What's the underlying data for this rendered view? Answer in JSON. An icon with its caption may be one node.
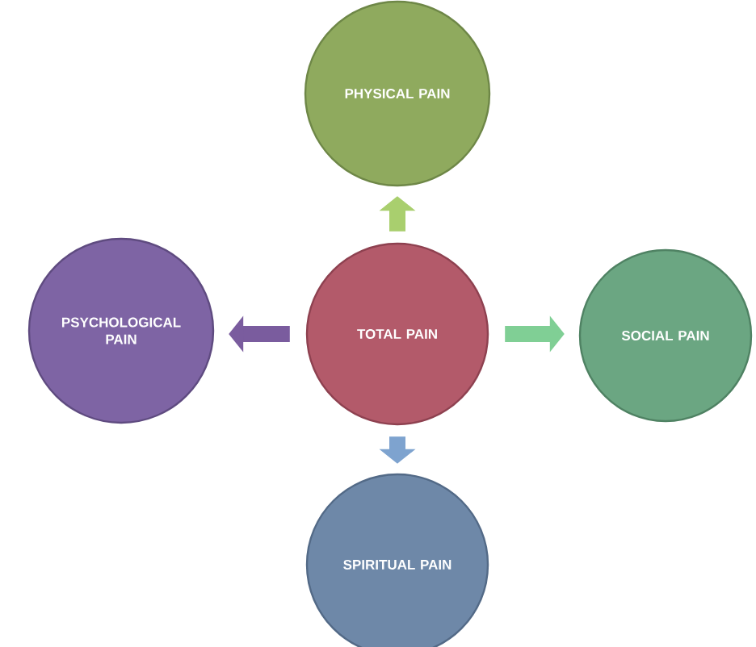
{
  "diagram": {
    "nodes": [
      {
        "text": [
          "TOTAL PAIN"
        ]
      },
      {
        "text": [
          "PHYSICAL PAIN"
        ]
      },
      {
        "text": [
          "PSYCHOLOGICAL PAIN"
        ]
      },
      {
        "text": [
          "SOCIAL PAIN"
        ]
      },
      {
        "text": [
          "SPIRITUAL PAIN"
        ]
      }
    ],
    "edges": [
      {
        "from": 0,
        "to": 1,
        "arrow": "to",
        "color": "#a9cf6e"
      },
      {
        "from": 0,
        "to": 2,
        "arrow": "to",
        "color": "#7a5c9e"
      },
      {
        "from": 0,
        "to": 3,
        "arrow": "to",
        "color": "#80cf95"
      },
      {
        "from": 0,
        "to": 4,
        "arrow": "to",
        "color": "#7ea3cf"
      }
    ]
  }
}
